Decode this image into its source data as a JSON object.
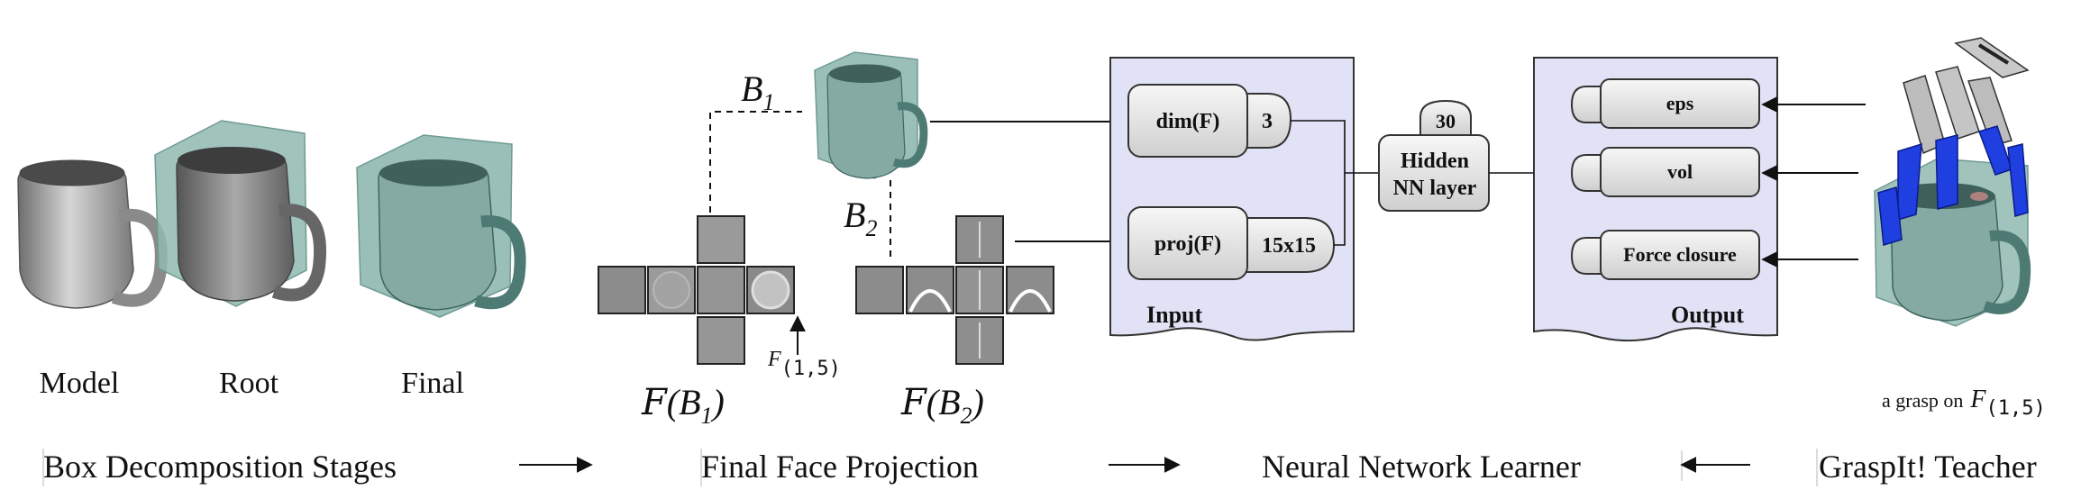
{
  "stages": {
    "model": "Model",
    "root": "Root",
    "final": "Final"
  },
  "projection": {
    "b1_label": "B",
    "b1_sub": "1",
    "b2_label": "B",
    "b2_sub": "2",
    "face_pointer_letter": "F",
    "face_pointer_index": "(1,5)",
    "fb1_script": "F",
    "fb1_arg": "(B",
    "fb1_sub": "1",
    "fb1_close": ")",
    "fb2_script": "F",
    "fb2_arg": "(B",
    "fb2_sub": "2",
    "fb2_close": ")"
  },
  "network": {
    "input_title": "Input",
    "dim_label": "dim(F)",
    "dim_value": "3",
    "proj_label": "proj(F)",
    "proj_value": "15x15",
    "hidden_count": "30",
    "hidden_line1": "Hidden",
    "hidden_line2": "NN layer",
    "output_title": "Output",
    "outputs": [
      "eps",
      "vol",
      "Force closure"
    ]
  },
  "teacher": {
    "caption_prefix": "a grasp on",
    "caption_letter": "F",
    "caption_index": "(1,5)"
  },
  "pipeline": {
    "stage1": "Box Decomposition Stages",
    "stage2": "Final Face Projection",
    "stage3": "Neural Network Learner",
    "stage4": "GraspIt! Teacher"
  },
  "colors": {
    "panel_fill": "#e2e2f6",
    "box_teal": "#8fb8b0",
    "mug_grey": "#9a9a9a",
    "hand_blue": "#1f3fe0"
  }
}
